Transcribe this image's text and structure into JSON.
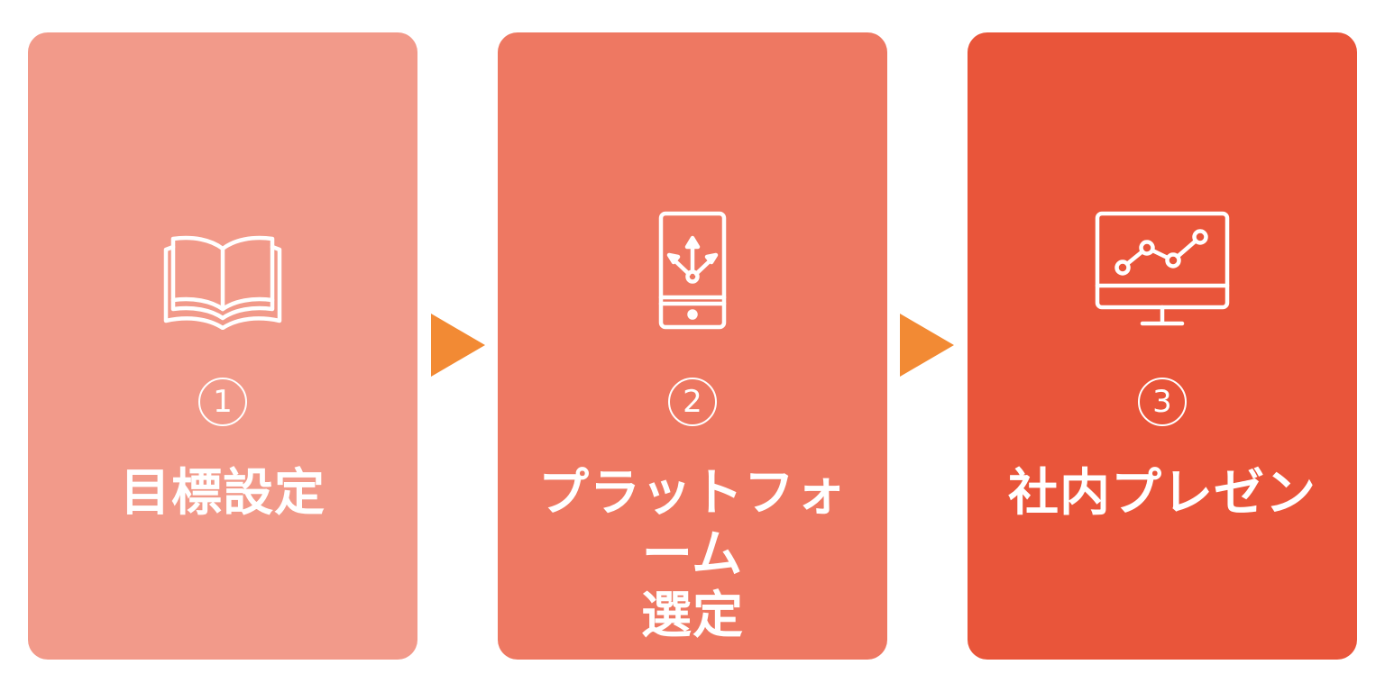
{
  "colors": {
    "step1": "#f29a8a",
    "step2": "#ee7862",
    "step3": "#e9553a",
    "arrow": "#f28a34",
    "foreground": "#ffffff"
  },
  "steps": [
    {
      "number": "1",
      "label": "目標設定",
      "icon": "open-book-icon"
    },
    {
      "number": "2",
      "label": "プラットフォーム\n選定",
      "icon": "smartphone-share-icon"
    },
    {
      "number": "3",
      "label": "社内プレゼン",
      "icon": "monitor-chart-icon"
    }
  ]
}
